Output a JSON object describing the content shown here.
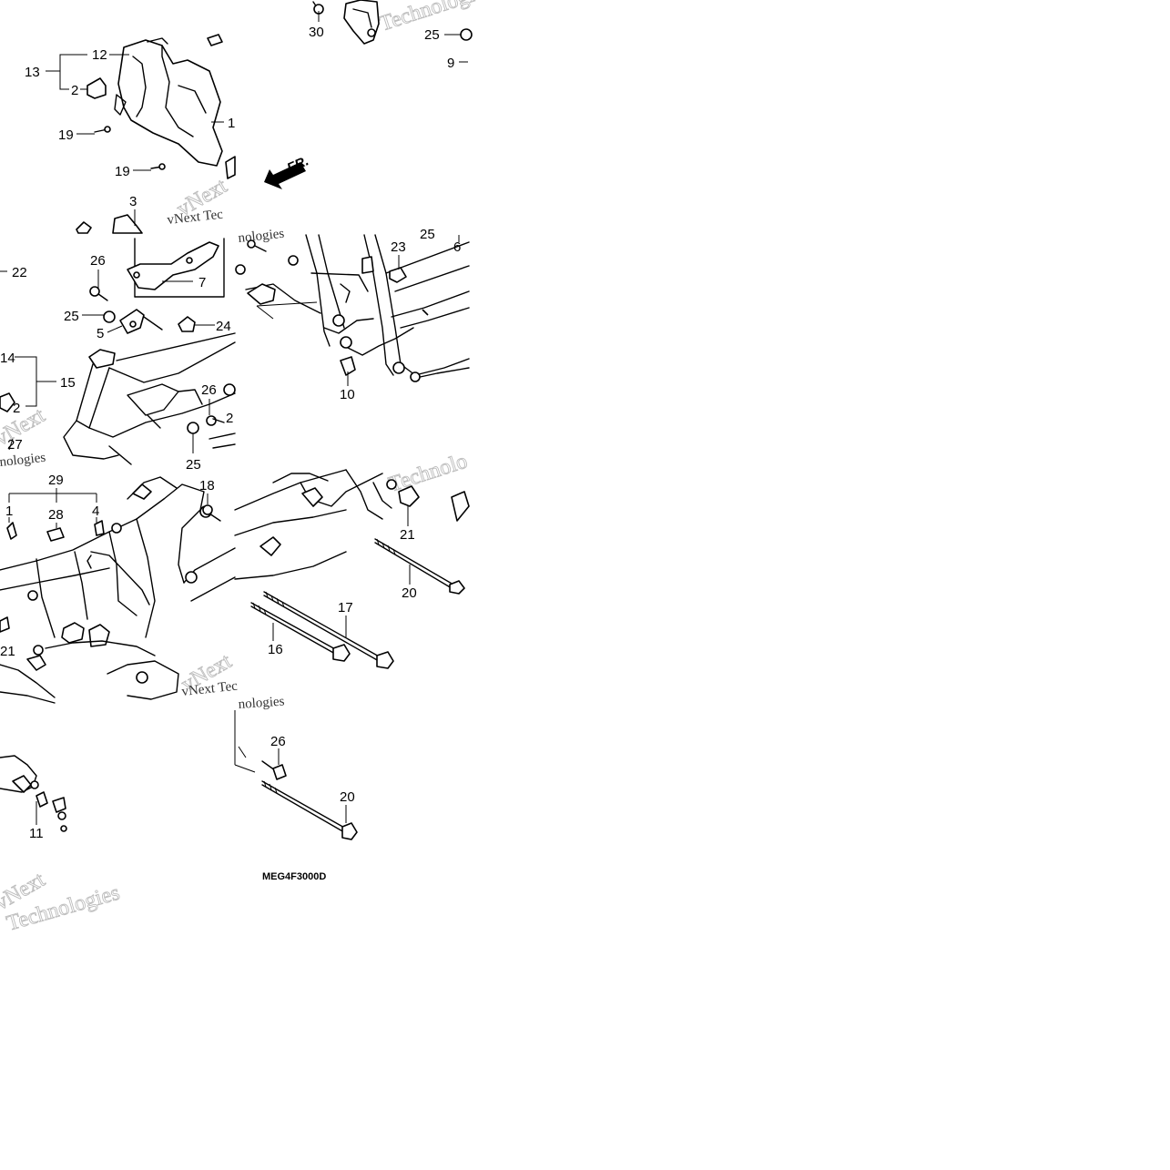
{
  "diagram": {
    "drawing_code": "MEG4F3000D",
    "direction_label": "FR.",
    "watermark_text": [
      "vNext",
      "Technologies",
      "vNext Tec",
      "nologies",
      "Technolo"
    ],
    "callouts": [
      {
        "id": "c30",
        "label": "30"
      },
      {
        "id": "c25a",
        "label": "25"
      },
      {
        "id": "c9",
        "label": "9"
      },
      {
        "id": "c12",
        "label": "12"
      },
      {
        "id": "c13",
        "label": "13"
      },
      {
        "id": "c2a",
        "label": "2"
      },
      {
        "id": "c1a",
        "label": "1"
      },
      {
        "id": "c19a",
        "label": "19"
      },
      {
        "id": "c19b",
        "label": "19"
      },
      {
        "id": "c3",
        "label": "3"
      },
      {
        "id": "c23",
        "label": "23"
      },
      {
        "id": "c25b",
        "label": "25"
      },
      {
        "id": "c6",
        "label": "6"
      },
      {
        "id": "c22",
        "label": "22"
      },
      {
        "id": "c26a",
        "label": "26"
      },
      {
        "id": "c7",
        "label": "7"
      },
      {
        "id": "c25c",
        "label": "25"
      },
      {
        "id": "c5",
        "label": "5"
      },
      {
        "id": "c24",
        "label": "24"
      },
      {
        "id": "c14",
        "label": "14"
      },
      {
        "id": "c15",
        "label": "15"
      },
      {
        "id": "c2b",
        "label": "2"
      },
      {
        "id": "c26b",
        "label": "26"
      },
      {
        "id": "c2c",
        "label": "2"
      },
      {
        "id": "c27",
        "label": "27"
      },
      {
        "id": "c25d",
        "label": "25"
      },
      {
        "id": "c10",
        "label": "10"
      },
      {
        "id": "c29",
        "label": "29"
      },
      {
        "id": "c1b",
        "label": "1"
      },
      {
        "id": "c28",
        "label": "28"
      },
      {
        "id": "c4",
        "label": "4"
      },
      {
        "id": "c18",
        "label": "18"
      },
      {
        "id": "c21a",
        "label": "21"
      },
      {
        "id": "c21b",
        "label": "21"
      },
      {
        "id": "c20a",
        "label": "20"
      },
      {
        "id": "c17",
        "label": "17"
      },
      {
        "id": "c16",
        "label": "16"
      },
      {
        "id": "c26c",
        "label": "26"
      },
      {
        "id": "c20b",
        "label": "20"
      },
      {
        "id": "c11",
        "label": "11"
      }
    ]
  }
}
